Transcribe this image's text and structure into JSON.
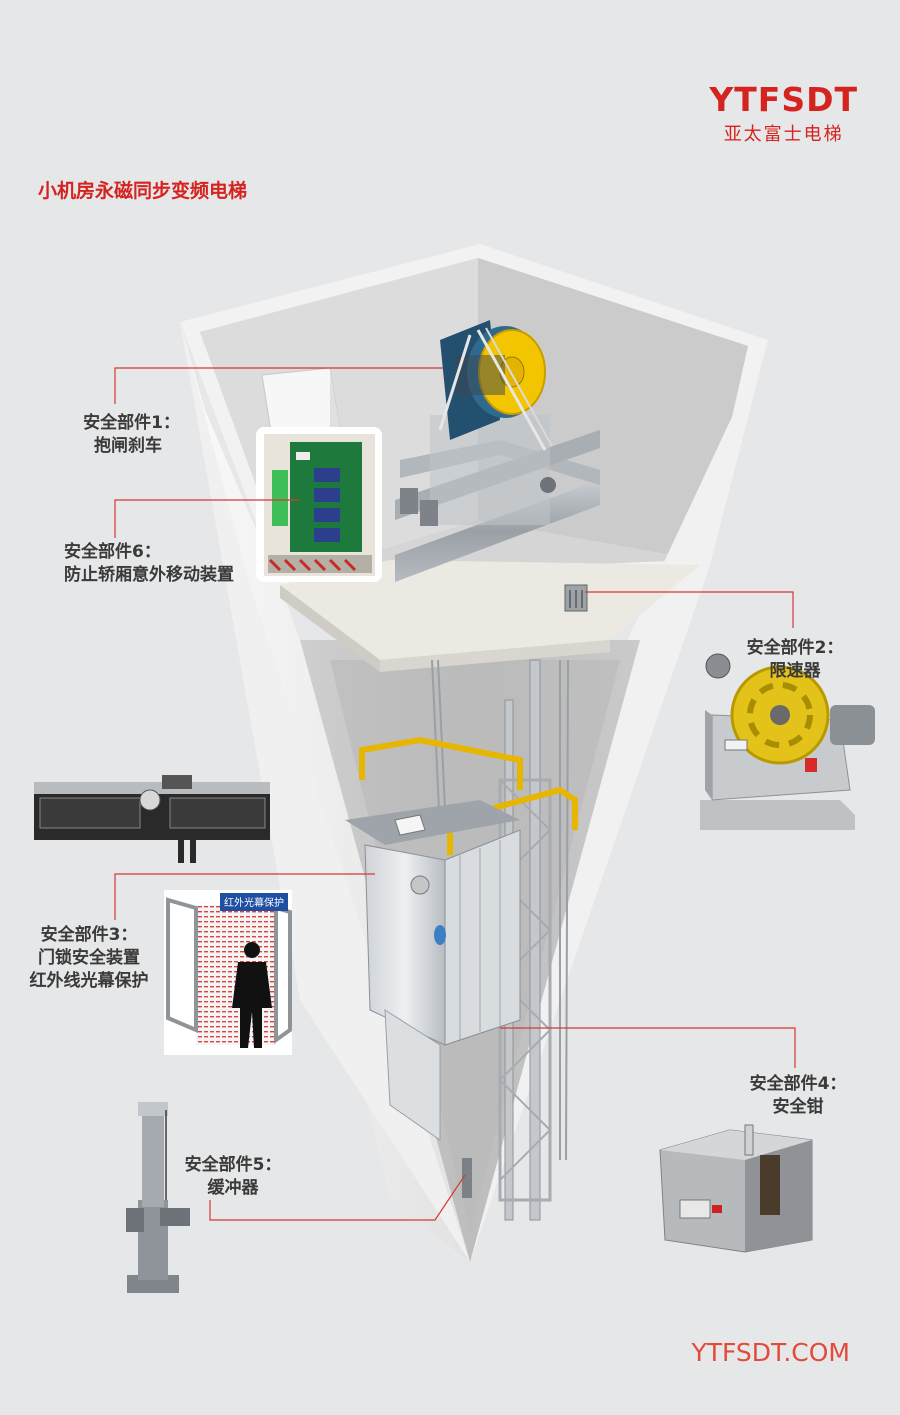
{
  "brand": {
    "name_en": "YTFSDT",
    "name_cn": "亚太富士电梯"
  },
  "title": "小机房永磁同步变频电梯",
  "footer_url": "YTFSDT.COM",
  "light_curtain_sign": "红外光幕保护",
  "parts": [
    {
      "id": "part1",
      "line1": "安全部件1：",
      "line2": "抱闸刹车"
    },
    {
      "id": "part6",
      "line1": "安全部件6：",
      "line2": "防止轿厢意外移动装置"
    },
    {
      "id": "part2",
      "line1": "安全部件2：",
      "line2": "限速器"
    },
    {
      "id": "part3",
      "line1": "安全部件3：",
      "line2": "门锁安全装置",
      "line3": "红外线光幕保护"
    },
    {
      "id": "part4",
      "line1": "安全部件4：",
      "line2": "安全钳"
    },
    {
      "id": "part5",
      "line1": "安全部件5：",
      "line2": "缓冲器"
    }
  ],
  "colors": {
    "accent": "#d5231f",
    "leader_line": "#d23a36",
    "background": "#e6e7e8",
    "motor_yellow": "#f2c500"
  }
}
